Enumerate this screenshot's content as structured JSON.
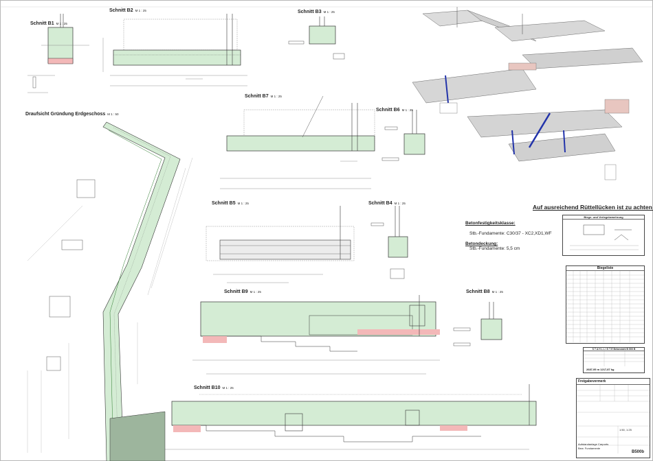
{
  "sections": {
    "b1": {
      "title": "Schnitt B1",
      "scale": "M 1 : 25"
    },
    "b2": {
      "title": "Schnitt B2",
      "scale": "M 1 : 25"
    },
    "b3": {
      "title": "Schnitt B3",
      "scale": "M 1 : 25"
    },
    "b7": {
      "title": "Schnitt B7",
      "scale": "M 1 : 25"
    },
    "b6": {
      "title": "Schnitt B6",
      "scale": "M 1 : 25"
    },
    "b5": {
      "title": "Schnitt B5",
      "scale": "M 1 : 25"
    },
    "b4": {
      "title": "Schnitt B4",
      "scale": "M 1 : 25"
    },
    "b9": {
      "title": "Schnitt B9",
      "scale": "M 1 : 25"
    },
    "b8": {
      "title": "Schnitt B8",
      "scale": "M 1 : 25"
    },
    "b10": {
      "title": "Schnitt B10",
      "scale": "M 1 : 25"
    },
    "plan": {
      "title": "Draufsicht Gründung Erdgeschoss",
      "scale": "M 1 : 50"
    }
  },
  "notice": "Auf ausreichend Rüttellücken ist zu achten !",
  "concrete": {
    "class_heading": "Betonfestigkeitsklasse:",
    "class_line": "Stb.-Fundamente:  C30/37 - XC2,XD1,WF",
    "cover_heading": "Betondeckung:",
    "cover_line": "Stb.-Fundamente:  5,5 cm"
  },
  "bending": {
    "title": "Biege- und Verlegebewehrung"
  },
  "bending_list": {
    "title": "Biegeliste"
  },
  "steel_list": {
    "title": "S T A H L L I S T E   Betonstahl  B 500 B",
    "total": "2687,95 m   1217,87 kg"
  },
  "title_block": {
    "release": "Freigabevermerk",
    "project_line1": "Aufstandanlage Carports",
    "project_line2": "Bew. Fundamente",
    "scale": "1:50, 1:25",
    "drawing_no": "B500b"
  }
}
